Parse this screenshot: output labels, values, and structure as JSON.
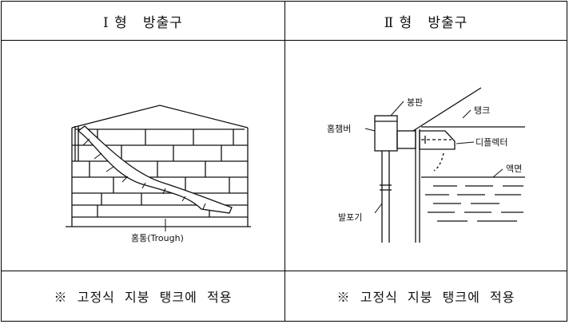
{
  "headers": {
    "type1": "Ⅰ 형   방출구",
    "type2": "Ⅱ 형   방출구"
  },
  "figure1": {
    "trough_label": "홈통(Trough)"
  },
  "figure2": {
    "seal_plate_label": "봉판",
    "tank_label": "탱크",
    "foam_chamber_label": "홈챔버",
    "deflector_label": "디플렉터",
    "liquid_surface_label": "액면",
    "foam_pipe_label": "발포기"
  },
  "footers": {
    "type1": "※  고정식  지붕  탱크에  적용",
    "type2": "※  고정식  지붕  탱크에  적용"
  }
}
